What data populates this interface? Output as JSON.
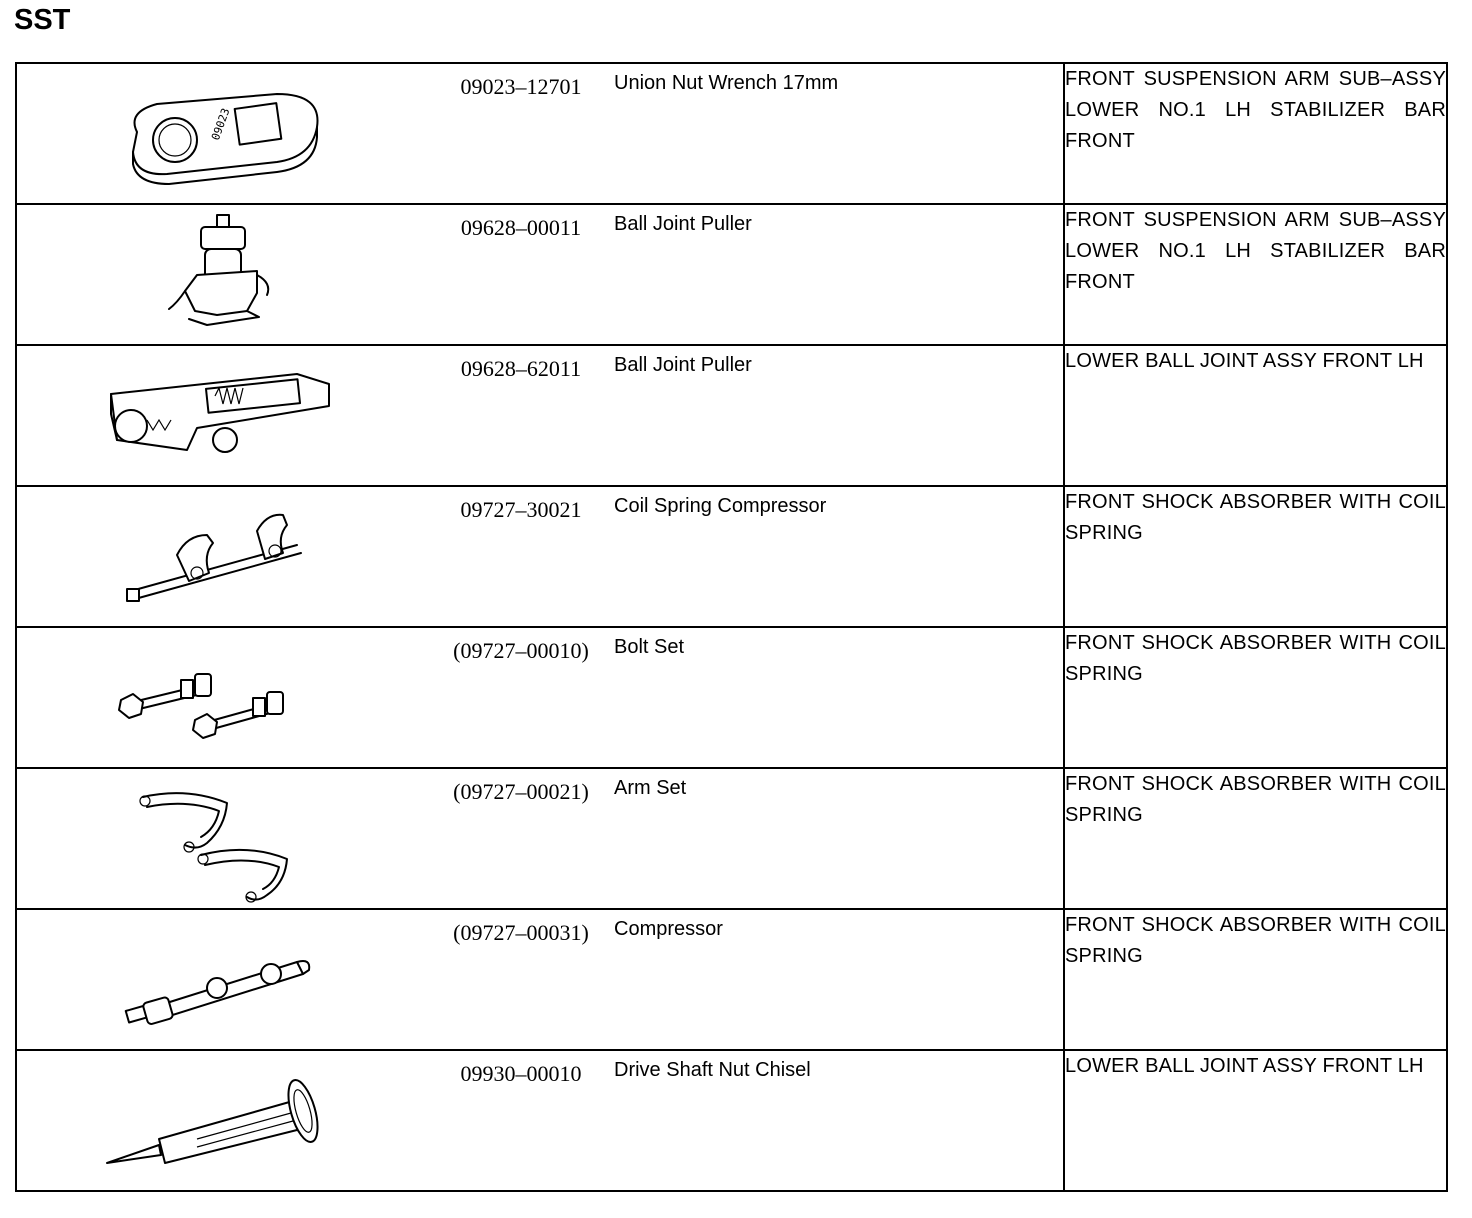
{
  "title": "SST",
  "rows": [
    {
      "part_no": "09023–12701",
      "name": "Union Nut Wrench 17mm",
      "usage": "FRONT SUSPENSION ARM SUB–ASSY LOWER NO.1 LH STABILIZER BAR FRONT",
      "icon": "union-nut-wrench-icon"
    },
    {
      "part_no": "09628–00011",
      "name": "Ball Joint Puller",
      "usage": "FRONT SUSPENSION ARM SUB–ASSY LOWER NO.1 LH STABILIZER BAR FRONT",
      "icon": "ball-joint-puller-icon"
    },
    {
      "part_no": "09628–62011",
      "name": "Ball Joint Puller",
      "usage": "LOWER BALL JOINT ASSY FRONT LH",
      "icon": "ball-joint-puller-clamp-icon"
    },
    {
      "part_no": "09727–30021",
      "name": "Coil Spring Compressor",
      "usage": "FRONT SHOCK ABSORBER WITH COIL SPRING",
      "icon": "coil-spring-compressor-icon"
    },
    {
      "part_no": "(09727–00010)",
      "name": "Bolt Set",
      "usage": "FRONT SHOCK ABSORBER WITH COIL SPRING",
      "icon": "bolt-set-icon"
    },
    {
      "part_no": "(09727–00021)",
      "name": "Arm Set",
      "usage": "FRONT SHOCK ABSORBER WITH COIL SPRING",
      "icon": "arm-set-icon"
    },
    {
      "part_no": "(09727–00031)",
      "name": "Compressor",
      "usage": "FRONT SHOCK ABSORBER WITH COIL SPRING",
      "icon": "compressor-icon"
    },
    {
      "part_no": "09930–00010",
      "name": "Drive Shaft Nut Chisel",
      "usage": "LOWER BALL JOINT ASSY FRONT LH",
      "icon": "drive-shaft-nut-chisel-icon"
    }
  ]
}
